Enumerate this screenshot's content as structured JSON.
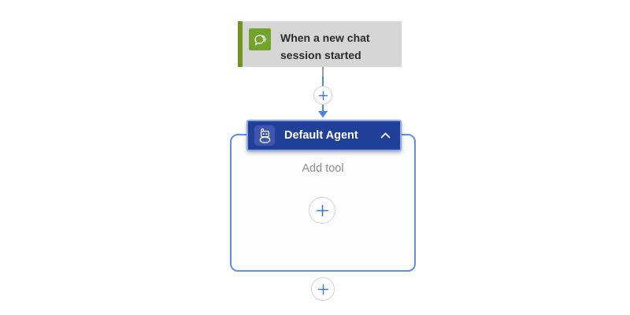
{
  "app": {
    "name": "flow-designer-canvas"
  },
  "colors": {
    "canvas_background": "#ffffff",
    "trigger_background": "#d6d6d6",
    "trigger_stripe_green": "#6f951f",
    "trigger_icon_green": "#72a32c",
    "trigger_text": "#2b2b2b",
    "agent_header_background": "#20409a",
    "agent_header_border": "#8fa8dd",
    "agent_icon_background": "#3d55af",
    "agent_container_border": "#5f8fe8",
    "connector_blue": "#4f82e2",
    "connector_gray": "#9a9a9a",
    "plus_icon_blue": "#3b76e0",
    "add_tool_text": "#8c8c8c"
  },
  "trigger": {
    "label": "When a new chat session started",
    "icon": "chat-bubbles-icon"
  },
  "connector": {
    "insert_action_button_icon": "plus-icon",
    "arrow_icon": "arrow-down-icon"
  },
  "agent": {
    "header": {
      "label": "Default Agent",
      "icon": "bot-icon",
      "collapse_icon": "chevron-up-icon"
    },
    "body": {
      "add_tool_label": "Add tool",
      "add_tool_button_icon": "plus-icon"
    }
  },
  "insert_after_agent_button_icon": "plus-icon"
}
